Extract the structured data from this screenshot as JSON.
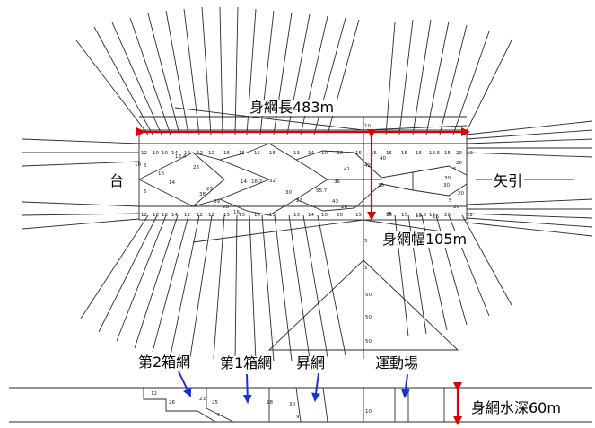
{
  "labels": {
    "length": "身網長483m",
    "width": "身網幅105m",
    "depth": "身網水深60m",
    "left_end": "台",
    "right_end": "矢引",
    "box2": "第2箱網",
    "box1": "第1箱網",
    "rise": "昇網",
    "ground": "運動場"
  },
  "colors": {
    "line": "#2a2a2a",
    "red_arrow": "#dd0000",
    "blue_arrow": "#1a2fd6",
    "background": "#ffffff"
  },
  "plan_numbers": {
    "top_edge": [
      "12",
      "10",
      "10",
      "14",
      "12",
      "12",
      "12",
      "15",
      "15",
      "15",
      "15",
      "13",
      "14",
      "10",
      "20",
      "15",
      "15",
      "15",
      "15",
      "15",
      "13.5",
      "15",
      "20",
      "12"
    ],
    "bottom_edge": [
      "12",
      "10",
      "10",
      "14",
      "12",
      "12",
      "12",
      "15",
      "15",
      "15",
      "15",
      "13",
      "14",
      "10",
      "20",
      "15",
      "15",
      "15",
      "13.5",
      "15",
      "20",
      "12"
    ],
    "left_inner": [
      "5",
      "10",
      "5",
      "16",
      "14",
      "13.4",
      "23",
      "25",
      "38",
      "39",
      "28",
      "16"
    ],
    "center": [
      "41",
      "42",
      "14",
      "16.2",
      "32",
      "55.7",
      "35",
      "28",
      "40",
      "45",
      "43",
      "23",
      "36",
      "30"
    ],
    "right_inner": [
      "30",
      "5",
      "20",
      "20",
      "30",
      "5",
      "20",
      "15",
      "16"
    ],
    "vertical_axis": [
      "10",
      "5",
      "5",
      "50",
      "50",
      "50"
    ],
    "depth_profile": [
      "12",
      "26",
      "23",
      "25",
      "28",
      "30",
      "6",
      "9",
      "10"
    ]
  }
}
